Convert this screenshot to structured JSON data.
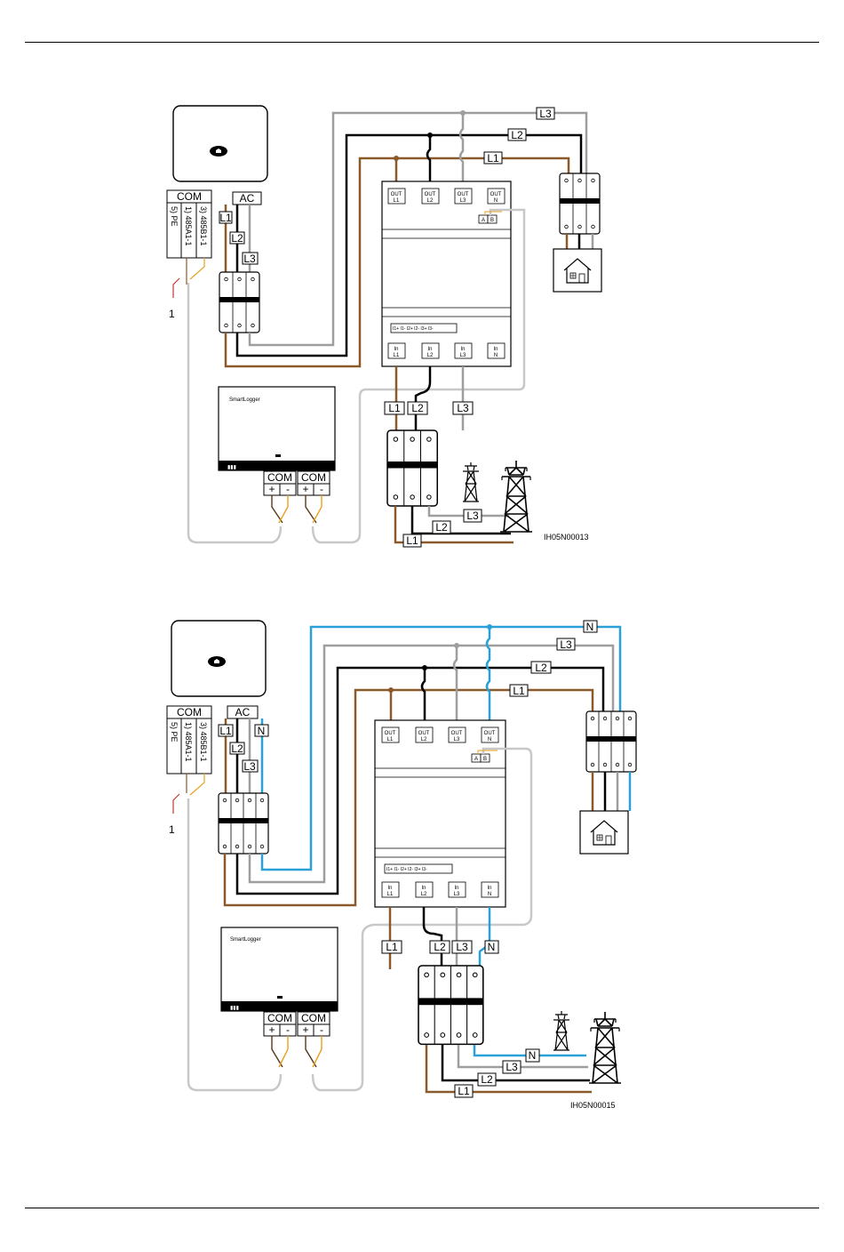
{
  "colors": {
    "L1": "#8a5a2b",
    "L2": "#000000",
    "L3": "#9e9e9e",
    "N": "#2aa0d8",
    "comm": "#c8c8c8",
    "signal_orange": "#e8a020",
    "pe_red": "#c0392b"
  },
  "icons": [
    "inverter-icon",
    "house-icon",
    "pylon-icon",
    "breaker-icon",
    "smartlogger-icon",
    "power-meter-icon"
  ],
  "labels": {
    "com": "COM",
    "ac": "AC",
    "pe": "5) PE",
    "a1": "1) 485A1-1",
    "b1": "3) 485B1-1",
    "note": "1",
    "L1": "L1",
    "L2": "L2",
    "L3": "L3",
    "N": "N",
    "A": "A",
    "B": "B",
    "plus": "+",
    "minus": "-",
    "smartlogger": "SmartLogger",
    "meter_terms": "I1+ I1- I2+ I2- I3+ I3-",
    "out": "OUT",
    "in": "In"
  },
  "diagram1": {
    "figure_id": "IH05N00013"
  },
  "diagram2": {
    "figure_id": "IH05N00015"
  }
}
